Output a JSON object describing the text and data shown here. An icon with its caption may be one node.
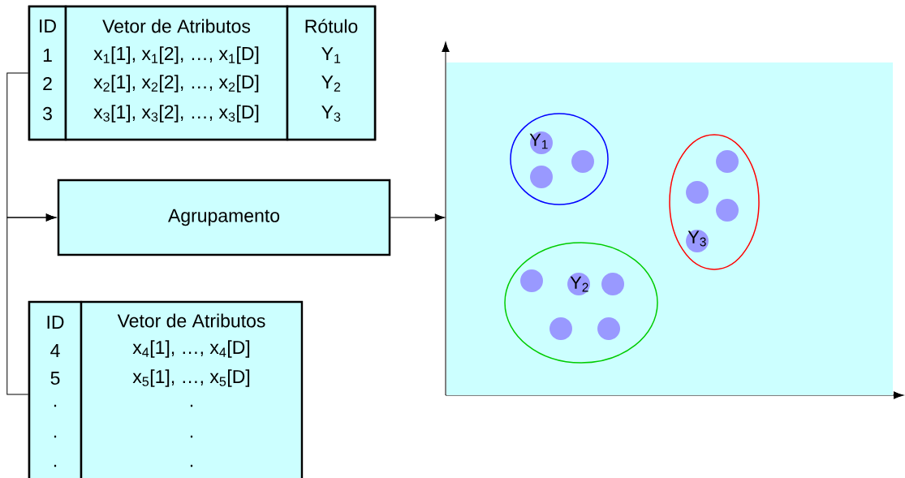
{
  "diagram": {
    "nodes": [
      {
        "text": [],
        "shape": "box"
      },
      {
        "text": [
          "ID",
          "1",
          "2",
          "3"
        ],
        "in": 0
      },
      {
        "text": [
          "Vetor de Atributos",
          "x$_{1}$[1], x$_{1}$[2], …, x$_{1}$[D]",
          "x$_{2}$[1], x$_{2}$[2], …, x$_{2}$[D]",
          "x$_{3}$[1], x$_{3}$[2], …, x$_{3}$[D]"
        ],
        "in": 0
      },
      {
        "text": [
          "Rótulo",
          "Y$_{1}$",
          "Y$_{2}$",
          "Y$_{3}$"
        ],
        "in": 0
      },
      {
        "text": [
          "Agrupamento"
        ]
      },
      {
        "text": [],
        "shape": "box"
      },
      {
        "text": [
          "ID",
          "4",
          "5",
          ".",
          ".",
          "."
        ],
        "in": 5
      },
      {
        "text": [
          "Vetor de Atributos",
          "x$_{4}$[1], …, x$_{4}$[D]",
          "x$_{5}$[1], …, x$_{5}$[D]",
          ".",
          ".",
          "."
        ],
        "in": 5
      },
      {
        "text": [],
        "shape": "box"
      },
      {
        "text": [
          "Y$_{1}$"
        ],
        "in": 8
      },
      {
        "text": [
          "Y$_{3}$"
        ],
        "in": 8
      },
      {
        "text": [
          "Y$_{2}$"
        ],
        "in": 8
      }
    ],
    "edges": [
      {
        "from": 0,
        "to": 4,
        "arrow": "to"
      },
      {
        "from": 5,
        "to": 4,
        "arrow": "to"
      },
      {
        "from": 4,
        "to": 8,
        "arrow": "to"
      }
    ]
  }
}
